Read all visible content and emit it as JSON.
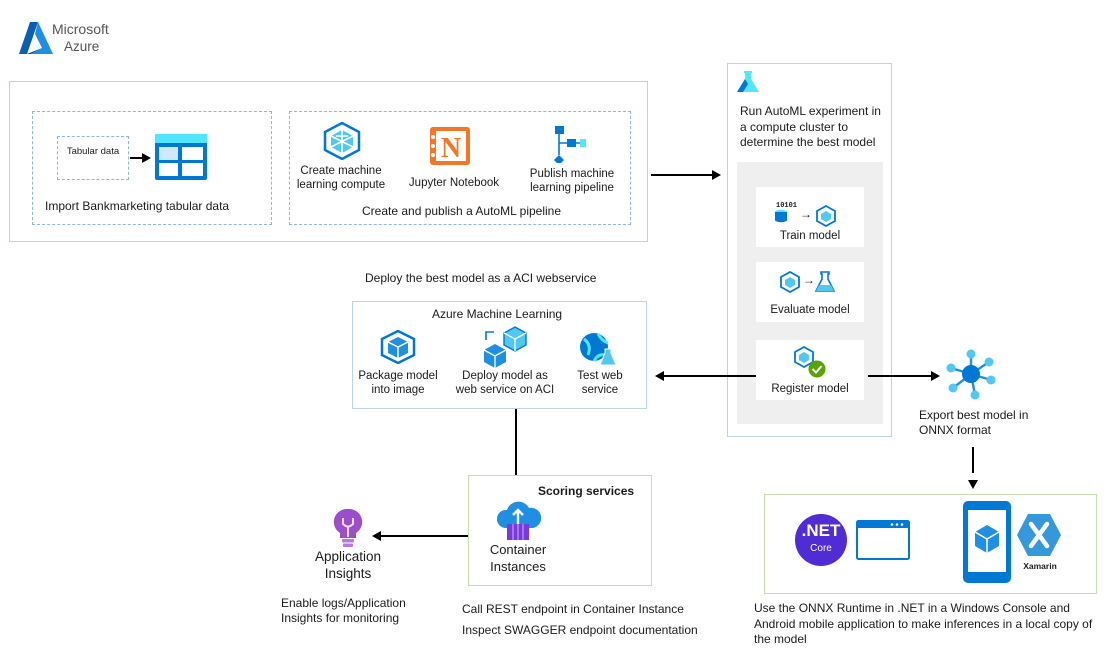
{
  "logo": {
    "line1": "Microsoft",
    "line2": "Azure"
  },
  "import": {
    "tabular": "Tabular data",
    "caption": "Import Bankmarketing tabular data"
  },
  "pipeline": {
    "compute": "Create machine learning compute",
    "jupyter": "Jupyter Notebook",
    "publish": "Publish machine learning pipeline",
    "caption": "Create and publish a AutoML pipeline"
  },
  "automl": {
    "title": "Run AutoML experiment in a compute cluster to determine the best model",
    "train": "Train model",
    "train_bits": "10101",
    "evaluate": "Evaluate model",
    "register": "Register model"
  },
  "deploy_caption": "Deploy the best model as a ACI webservice",
  "aml": {
    "title": "Azure Machine Learning",
    "package": "Package model into image",
    "deploy": "Deploy model as web service on ACI",
    "test": "Test web service"
  },
  "onnx": {
    "caption": "Export best model in ONNX format"
  },
  "scoring": {
    "title": "Scoring services",
    "container": "Container Instances"
  },
  "app_insights": {
    "label": "Application Insights",
    "caption": "Enable logs/Application Insights for monitoring"
  },
  "rest": {
    "line1": "Call REST endpoint in Container Instance",
    "line2": "Inspect SWAGGER endpoint documentation"
  },
  "runtime": {
    "net": ".NET",
    "core": "Core",
    "xamarin": "Xamarin",
    "caption": "Use the ONNX Runtime in .NET in a Windows Console and Android mobile application to make inferences in a local copy of the model"
  },
  "colors": {
    "azure_blue": "#0078d4",
    "light_blue": "#50e6ff",
    "jupyter_orange": "#f37726",
    "net_purple": "#512bd4",
    "insights_purple": "#9b4dca",
    "check_green": "#57a300",
    "xamarin_blue": "#3498db"
  }
}
